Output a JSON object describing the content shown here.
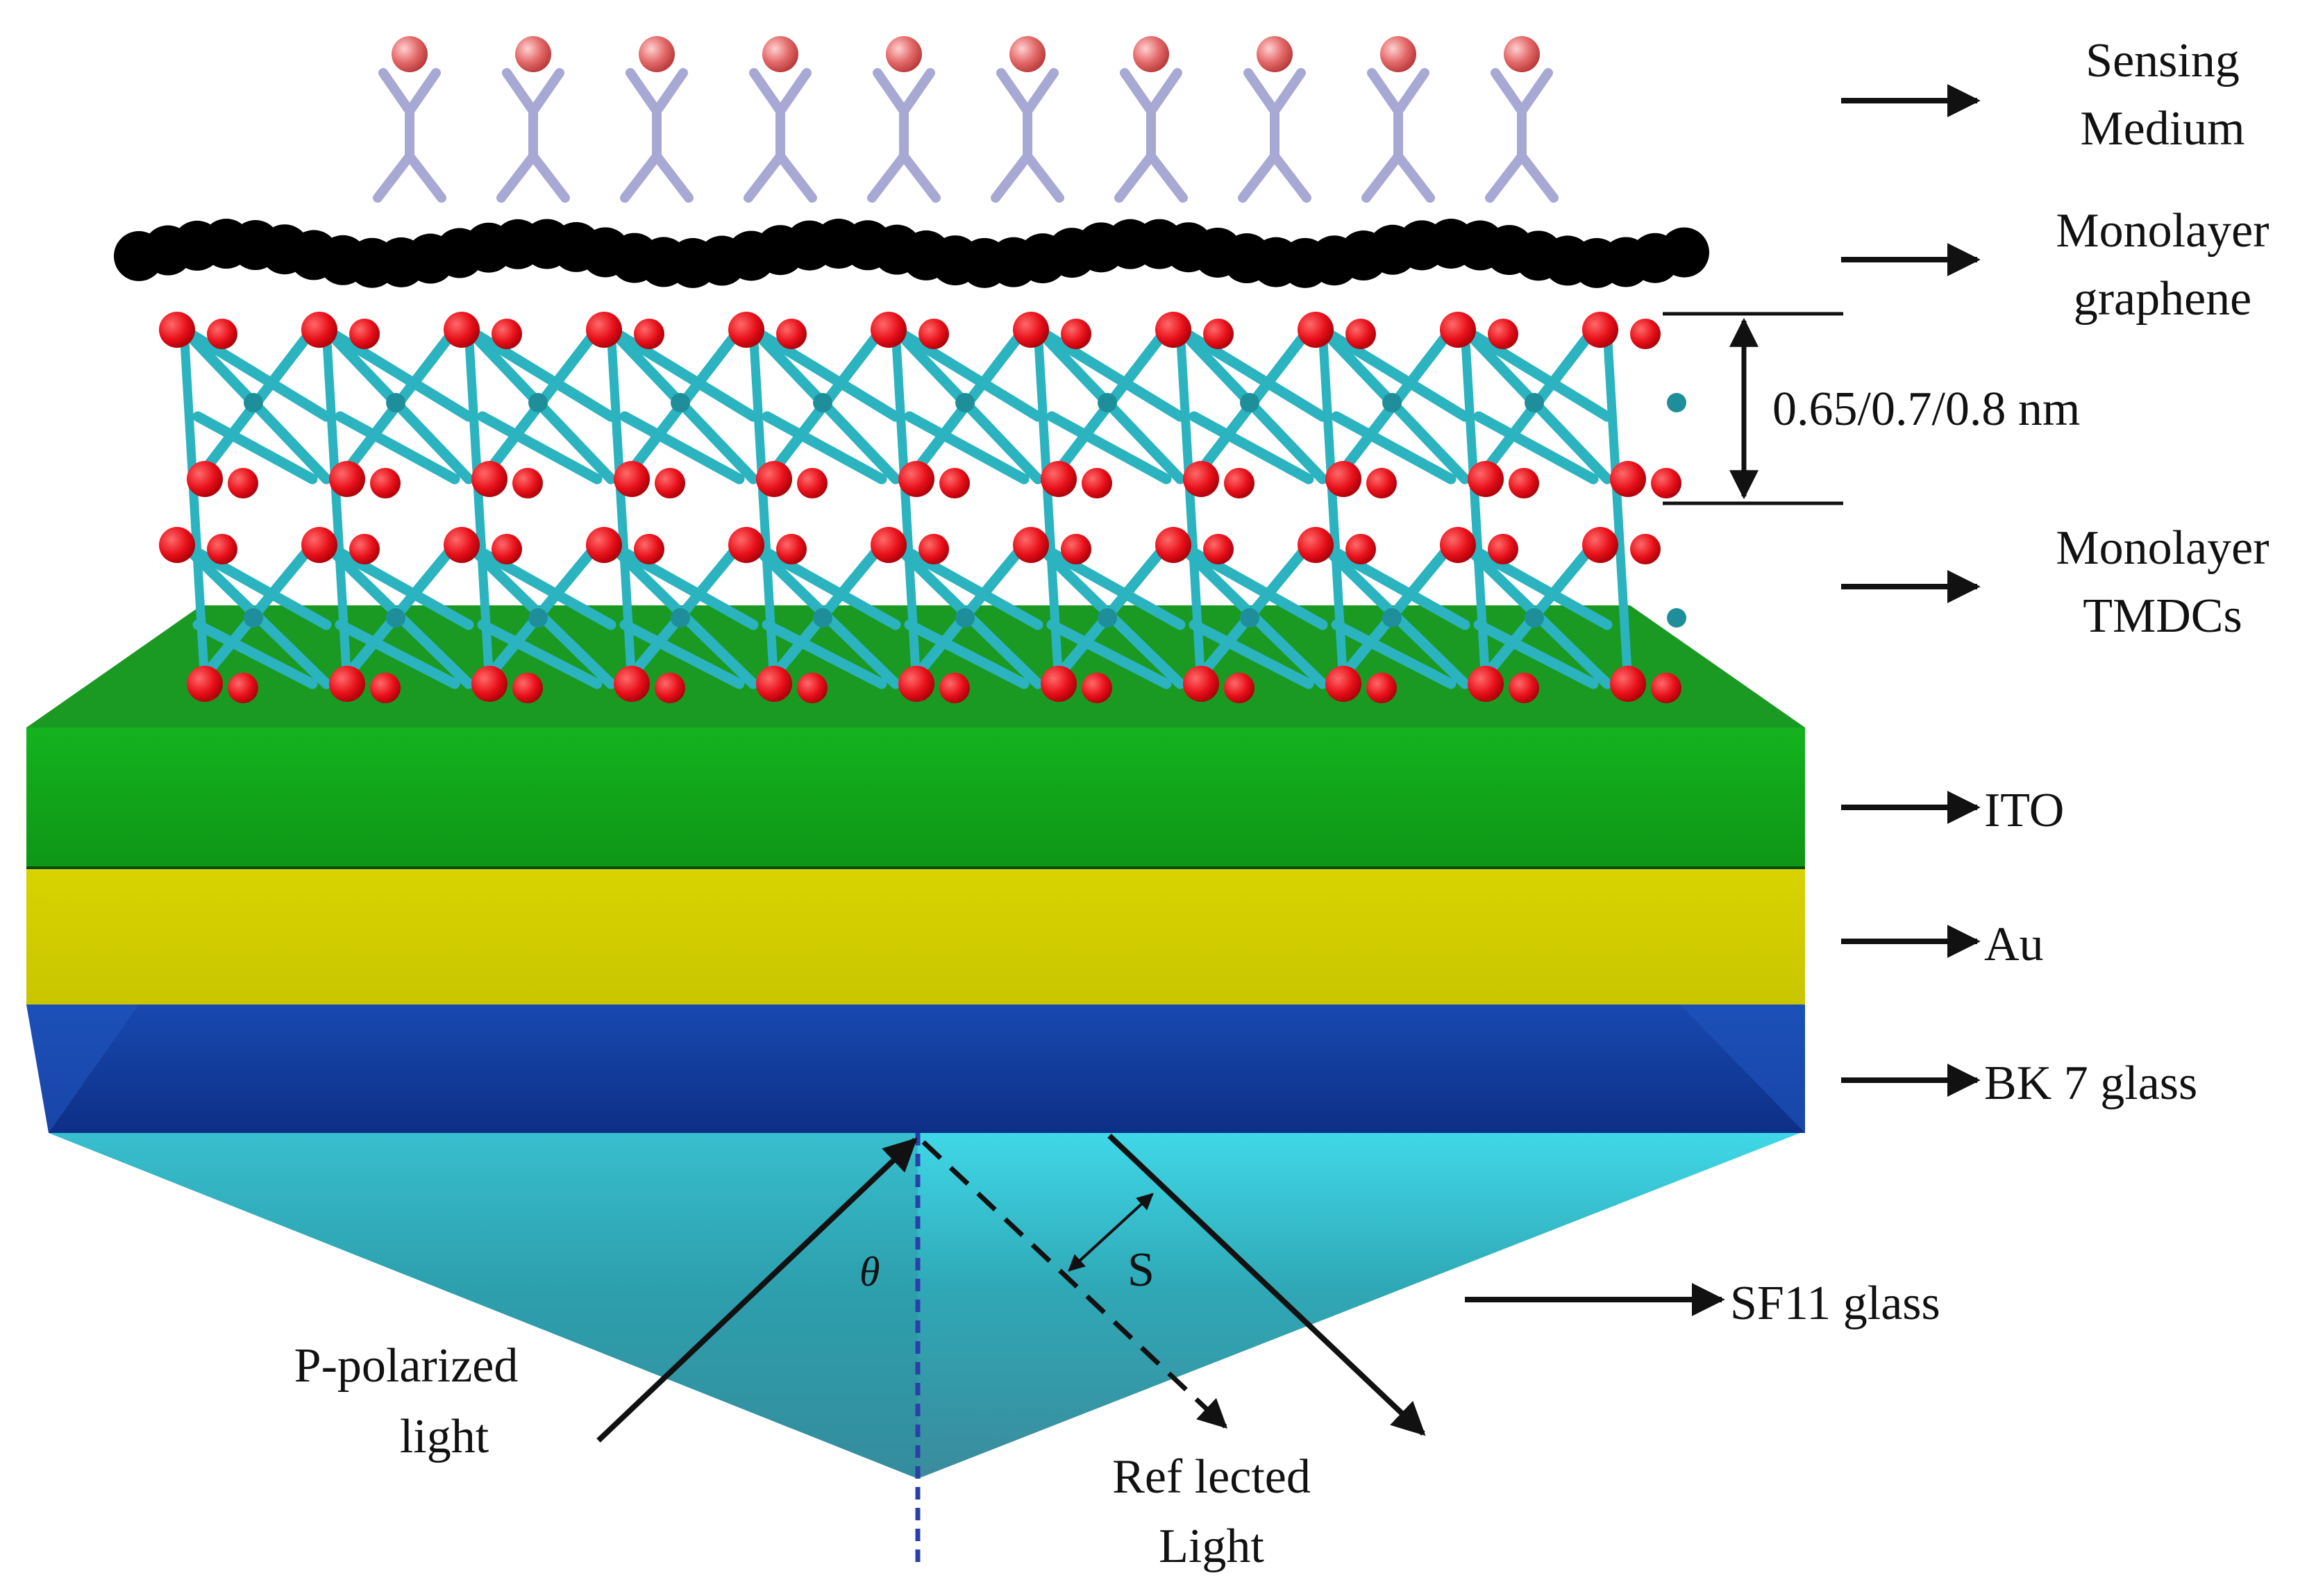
{
  "labels": {
    "sensing_medium": [
      "Sensing",
      "Medium"
    ],
    "graphene": [
      "Monolayer",
      "graphene"
    ],
    "thickness": "0.65/0.7/0.8 nm",
    "tmdc": [
      "Monolayer",
      "TMDCs"
    ],
    "ito": "ITO",
    "au": "Au",
    "bk7": "BK 7 glass",
    "sf11": "SF11 glass",
    "incident": [
      "P-polarized",
      "light"
    ],
    "reflected": [
      "Ref lected",
      "Light"
    ],
    "theta": "θ",
    "shift": "S"
  },
  "colors": {
    "ito": "#11a51b",
    "au": "#d2cf00",
    "bk7": "#12399a",
    "prism": "#45b8c2",
    "tmdc_bond": "#2bb3c0",
    "tmdc_atom": "#e8101a",
    "graphene_atom": "#000000",
    "antibody": "#a7a8d4",
    "antigen": "#e46b6b",
    "normal_line": "#2b3fa8"
  },
  "antibody_count": 10,
  "icons": [
    "arrow-right-icon",
    "antibody-icon",
    "atom-icon"
  ]
}
